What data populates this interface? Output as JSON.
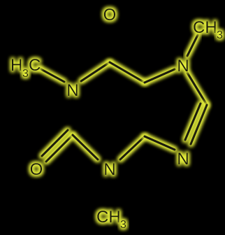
{
  "colors": {
    "background": "#000000",
    "glow": "#e6f03c",
    "ink": "#1a1a10"
  },
  "atoms": {
    "o_top": "O",
    "o_left": "O",
    "n1": "N",
    "n3": "N",
    "n7": "N",
    "n9": "N",
    "me_left": {
      "main": "H",
      "sub": "3",
      "tail": "C"
    },
    "me_right": {
      "main": "CH",
      "sub": "3"
    },
    "me_bottom": {
      "main": "CH",
      "sub": "3"
    }
  }
}
